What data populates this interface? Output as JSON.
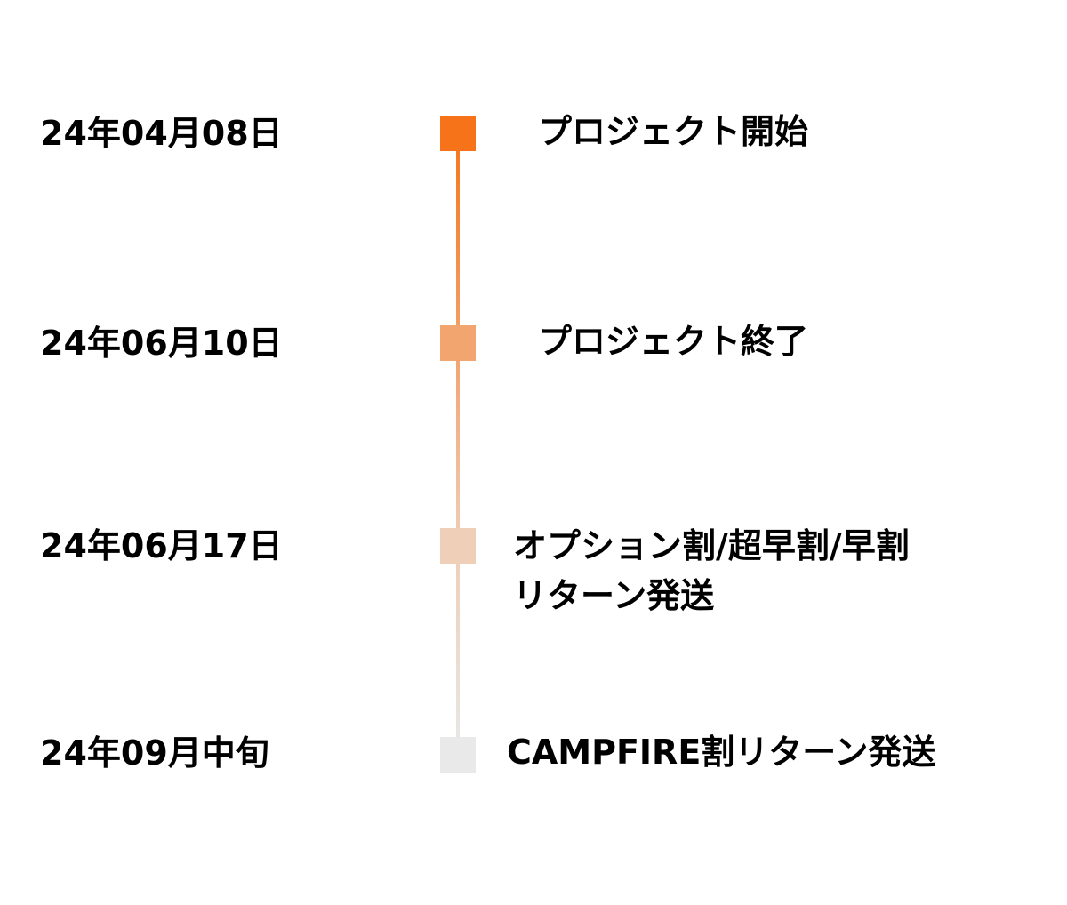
{
  "timeline": {
    "items": [
      {
        "date": "24年04月08日",
        "event_lines": [
          "プロジェクト開始"
        ],
        "color": "#f7731a"
      },
      {
        "date": "24年06月10日",
        "event_lines": [
          "プロジェクト終了"
        ],
        "color": "#f3a56f"
      },
      {
        "date": "24年06月17日",
        "event_lines": [
          "オプション割/超早割/早割",
          "リターン発送"
        ],
        "color": "#f0cfb8"
      },
      {
        "date": "24年09月中旬",
        "event_lines": [
          "CAMPFIRE割リターン発送"
        ],
        "color": "#e9e9e9"
      }
    ]
  }
}
